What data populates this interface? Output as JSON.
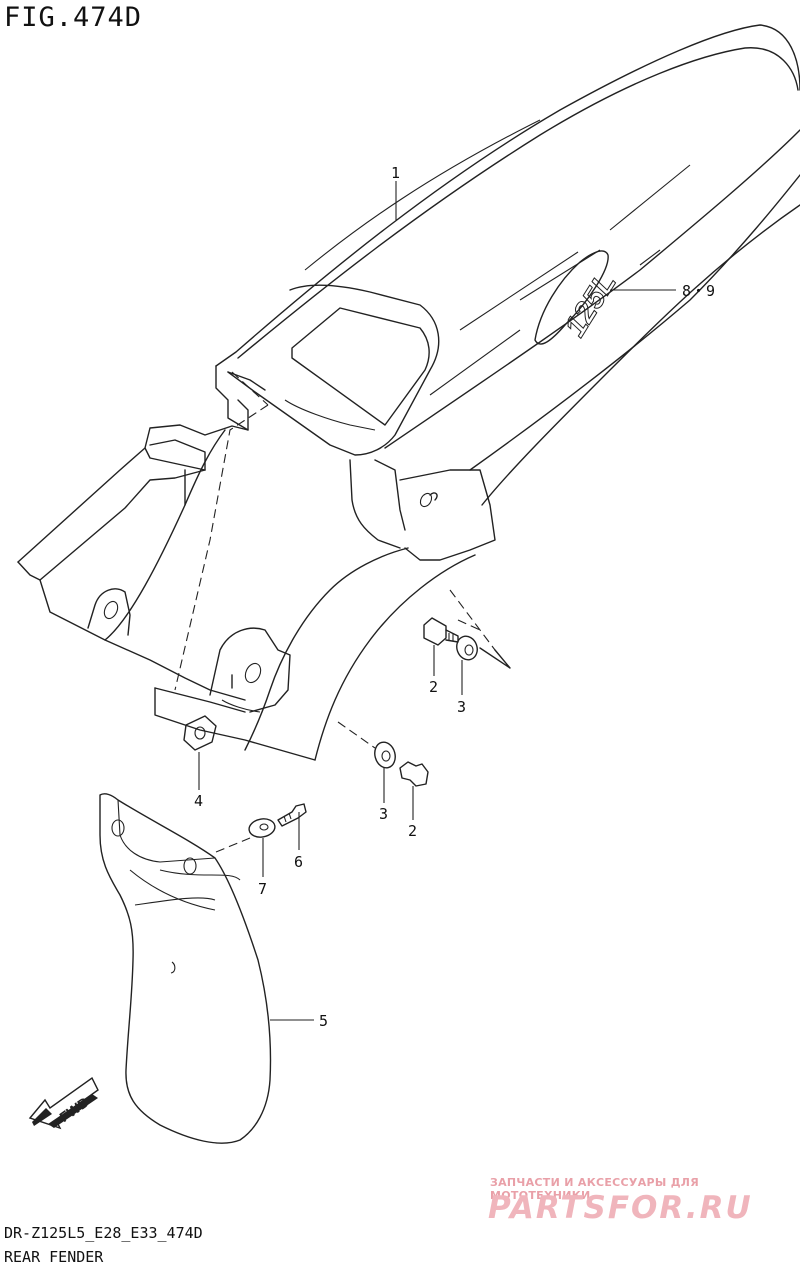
{
  "figure_title": "FIG.474D",
  "model_code": "DR-Z125L5_E28_E33_474D",
  "part_name": "REAR FENDER",
  "decal_text": "125L",
  "fwd_label": "FWD",
  "callouts": {
    "c1": "1",
    "c89": "8・9",
    "c2a": "2",
    "c3a": "3",
    "c4": "4",
    "c3b": "3",
    "c2b": "2",
    "c6": "6",
    "c7": "7",
    "c5": "5"
  },
  "watermark": {
    "brand": "PARTSFOR.RU",
    "subtitle": "ЗАПЧАСТИ И АКСЕССУАРЫ ДЛЯ МОТОТЕХНИКИ",
    "color": "#f0b5bc"
  }
}
